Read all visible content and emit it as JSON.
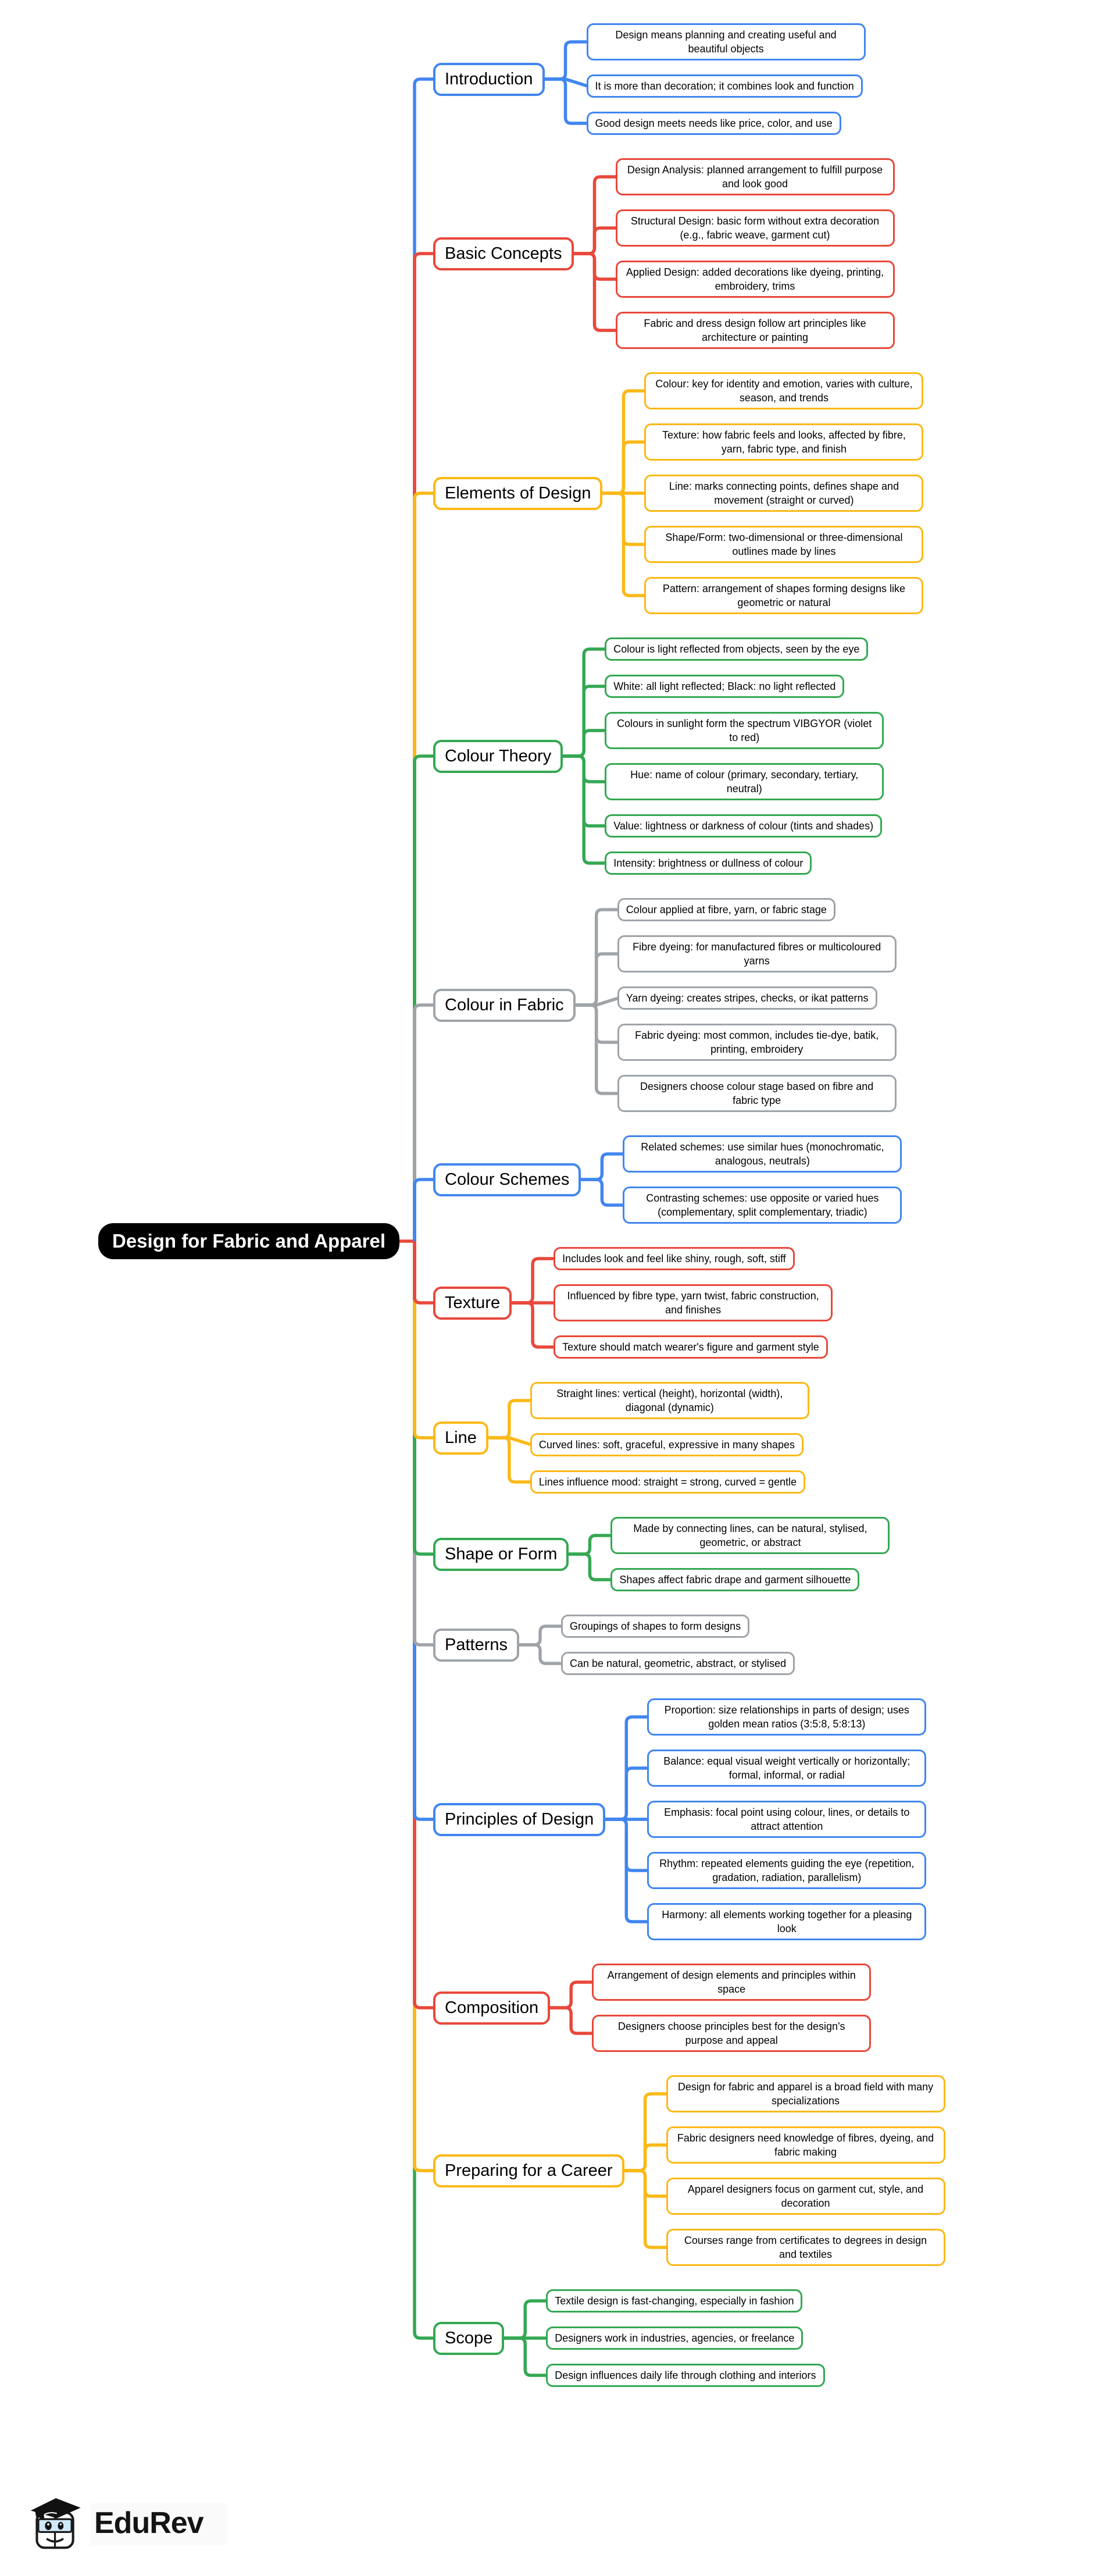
{
  "page": {
    "background": "#ffffff"
  },
  "root": {
    "label": "Design for Fabric and Apparel",
    "bg": "#000000",
    "text_color": "#ffffff",
    "link_color": "#E8483B"
  },
  "palette": {
    "blue": "#4186F0",
    "red": "#E8483B",
    "yellow": "#FBB917",
    "green": "#34A853",
    "gray": "#9FA4A9"
  },
  "branches": [
    {
      "label": "Introduction",
      "color": "#4186F0",
      "leaves": [
        "Design means planning and creating useful and beautiful objects",
        "It is more than decoration; it combines look and function",
        "Good design meets needs like price, color, and use"
      ]
    },
    {
      "label": "Basic Concepts",
      "color": "#E8483B",
      "leaves": [
        "Design Analysis: planned arrangement to fulfill purpose and look good",
        "Structural Design: basic form without extra decoration (e.g., fabric weave, garment cut)",
        "Applied Design: added decorations like dyeing, printing, embroidery, trims",
        "Fabric and dress design follow art principles like architecture or painting"
      ]
    },
    {
      "label": "Elements of Design",
      "color": "#FBB917",
      "leaves": [
        "Colour: key for identity and emotion, varies with culture, season, and trends",
        "Texture: how fabric feels and looks, affected by fibre, yarn, fabric type, and finish",
        "Line: marks connecting points, defines shape and movement (straight or curved)",
        "Shape/Form: two-dimensional or three-dimensional outlines made by lines",
        "Pattern: arrangement of shapes forming designs like geometric or natural"
      ]
    },
    {
      "label": "Colour Theory",
      "color": "#34A853",
      "leaves": [
        "Colour is light reflected from objects, seen by the eye",
        "White: all light reflected; Black: no light reflected",
        "Colours in sunlight form the spectrum VIBGYOR (violet to red)",
        "Hue: name of colour (primary, secondary, tertiary, neutral)",
        "Value: lightness or darkness of colour (tints and shades)",
        "Intensity: brightness or dullness of colour"
      ]
    },
    {
      "label": "Colour in Fabric",
      "color": "#9FA4A9",
      "leaves": [
        "Colour applied at fibre, yarn, or fabric stage",
        "Fibre dyeing: for manufactured fibres or multicoloured yarns",
        "Yarn dyeing: creates stripes, checks, or ikat patterns",
        "Fabric dyeing: most common, includes tie-dye, batik, printing, embroidery",
        "Designers choose colour stage based on fibre and fabric type"
      ]
    },
    {
      "label": "Colour Schemes",
      "color": "#4186F0",
      "leaves": [
        "Related schemes: use similar hues (monochromatic, analogous, neutrals)",
        "Contrasting schemes: use opposite or varied hues (complementary, split complementary, triadic)"
      ]
    },
    {
      "label": "Texture",
      "color": "#E8483B",
      "leaves": [
        "Includes look and feel like shiny, rough, soft, stiff",
        "Influenced by fibre type, yarn twist, fabric construction, and finishes",
        "Texture should match wearer's figure and garment style"
      ]
    },
    {
      "label": "Line",
      "color": "#FBB917",
      "leaves": [
        "Straight lines: vertical (height), horizontal (width), diagonal (dynamic)",
        "Curved lines: soft, graceful, expressive in many shapes",
        "Lines influence mood: straight = strong, curved = gentle"
      ]
    },
    {
      "label": "Shape or Form",
      "color": "#34A853",
      "leaves": [
        "Made by connecting lines, can be natural, stylised, geometric, or abstract",
        "Shapes affect fabric drape and garment silhouette"
      ]
    },
    {
      "label": "Patterns",
      "color": "#9FA4A9",
      "leaves": [
        "Groupings of shapes to form designs",
        "Can be natural, geometric, abstract, or stylised"
      ]
    },
    {
      "label": "Principles of Design",
      "color": "#4186F0",
      "leaves": [
        "Proportion: size relationships in parts of design; uses golden mean ratios (3:5:8, 5:8:13)",
        "Balance: equal visual weight vertically or horizontally; formal, informal, or radial",
        "Emphasis: focal point using colour, lines, or details to attract attention",
        "Rhythm: repeated elements guiding the eye (repetition, gradation, radiation, parallelism)",
        "Harmony: all elements working together for a pleasing look"
      ]
    },
    {
      "label": "Composition",
      "color": "#E8483B",
      "leaves": [
        "Arrangement of design elements and principles within space",
        "Designers choose principles best for the design's purpose and appeal"
      ]
    },
    {
      "label": "Preparing for a Career",
      "color": "#FBB917",
      "leaves": [
        "Design for fabric and apparel is a broad field with many specializations",
        "Fabric designers need knowledge of fibres, dyeing, and fabric making",
        "Apparel designers focus on garment cut, style, and decoration",
        "Courses range from certificates to degrees in design and textiles"
      ]
    },
    {
      "label": "Scope",
      "color": "#34A853",
      "leaves": [
        "Textile design is fast-changing, especially in fashion",
        "Designers work in industries, agencies, or freelance",
        "Design influences daily life through clothing and interiors"
      ]
    }
  ],
  "logo": {
    "text": "EduRev",
    "icon": "graduation-cap-mascot-icon"
  }
}
